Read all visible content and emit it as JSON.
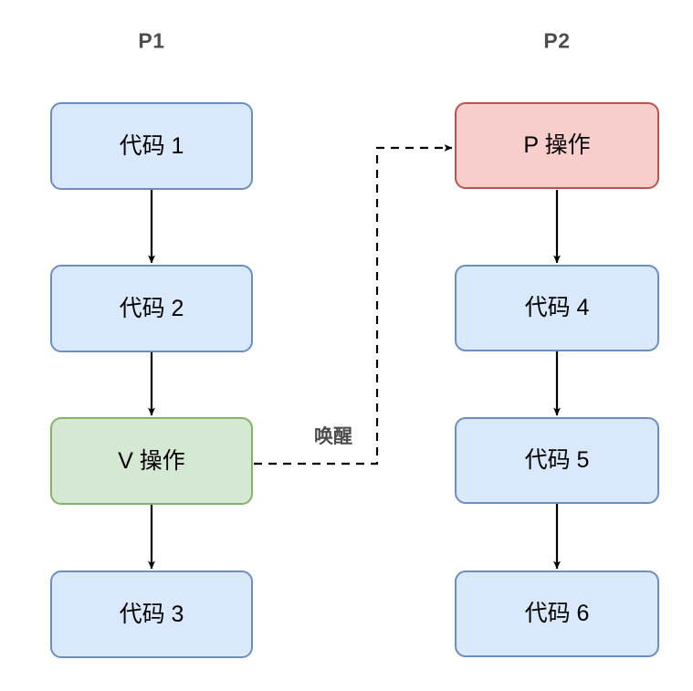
{
  "diagram": {
    "type": "flowchart",
    "title": "",
    "background_color": "#ffffff",
    "columns": [
      {
        "id": "p1",
        "label": "P1"
      },
      {
        "id": "p2",
        "label": "P2"
      }
    ],
    "palette": {
      "blue_fill": "#dae8fc",
      "blue_border": "#6c8ebf",
      "green_fill": "#d5e8d4",
      "green_border": "#82b366",
      "red_fill": "#f8cecc",
      "red_border": "#b85450",
      "edge_color": "#000000",
      "label_color": "#4d4d4d"
    },
    "nodes": {
      "p1_code1": {
        "label": "代码 1",
        "color": "blue"
      },
      "p1_code2": {
        "label": "代码 2",
        "color": "blue"
      },
      "p1_v_op": {
        "label": "V 操作",
        "color": "green"
      },
      "p1_code3": {
        "label": "代码 3",
        "color": "blue"
      },
      "p2_p_op": {
        "label": "P 操作",
        "color": "red"
      },
      "p2_code4": {
        "label": "代码 4",
        "color": "blue"
      },
      "p2_code5": {
        "label": "代码 5",
        "color": "blue"
      },
      "p2_code6": {
        "label": "代码 6",
        "color": "blue"
      }
    },
    "edges": {
      "wake": {
        "label": "唤醒",
        "style": "dashed",
        "from": "p1_v_op",
        "to": "p2_p_op"
      }
    }
  }
}
